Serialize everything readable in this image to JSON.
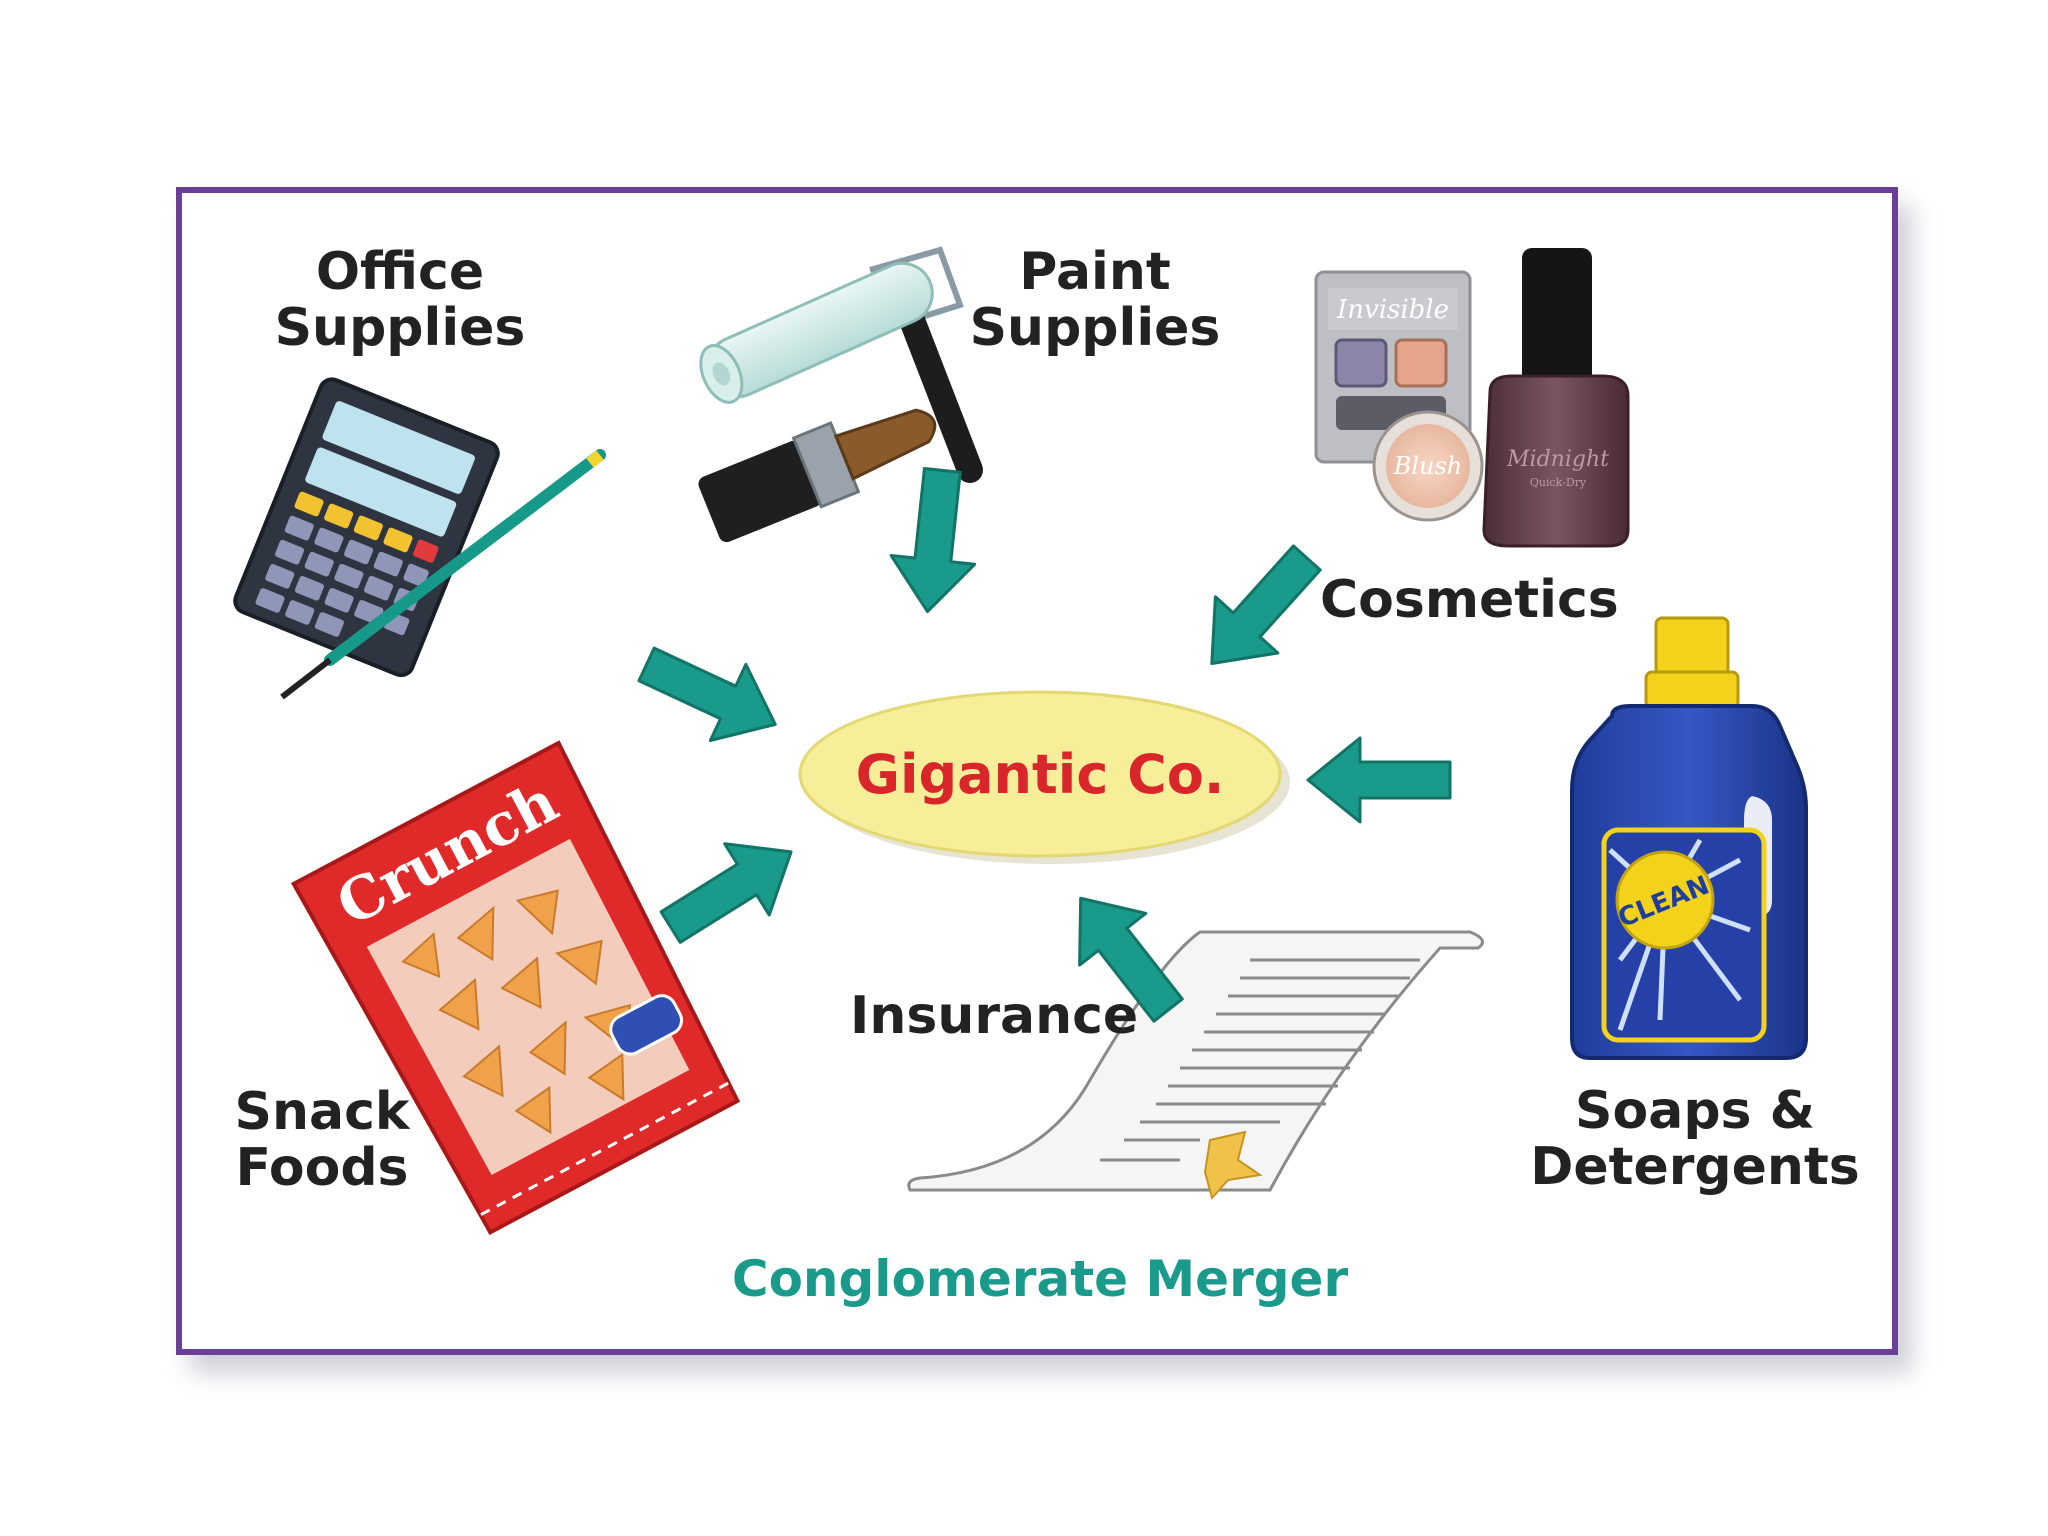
{
  "colors": {
    "frame": "#6a3f98",
    "arrow": "#1a9a8a",
    "center_fill": "#f7ee9a",
    "center_text": "#d9262b",
    "caption": "#1a9a8a"
  },
  "center": {
    "label": "Gigantic Co."
  },
  "categories": {
    "office": {
      "line1": "Office",
      "line2": "Supplies",
      "icon": "calculator-pencil-icon"
    },
    "paint": {
      "line1": "Paint",
      "line2": "Supplies",
      "icon": "paint-roller-brush-icon"
    },
    "cosmetics": {
      "line1": "Cosmetics",
      "icon": "makeup-nail-polish-icon",
      "palette_text": "Invisible",
      "blush_text": "Blush",
      "polish_text": "Midnight",
      "polish_subtext": "Quick-Dry"
    },
    "snack": {
      "line1": "Snack",
      "line2": "Foods",
      "icon": "chip-bag-icon",
      "bag_text": "Crunch"
    },
    "insurance": {
      "line1": "Insurance",
      "icon": "policy-document-icon"
    },
    "soaps": {
      "line1": "Soaps &",
      "line2": "Detergents",
      "icon": "detergent-bottle-icon",
      "bottle_text": "CLEAN"
    }
  },
  "caption": "Conglomerate Merger"
}
